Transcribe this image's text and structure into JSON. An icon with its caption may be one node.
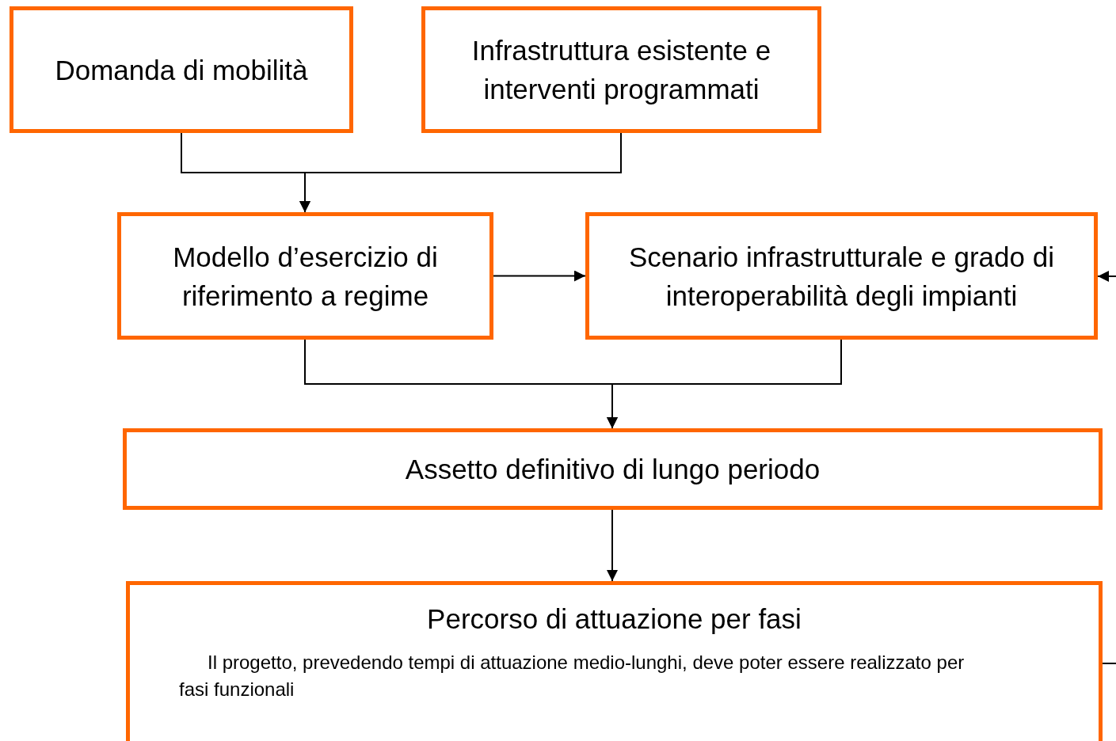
{
  "diagram": {
    "nodes": [
      {
        "text": [
          "Domanda di mobilità"
        ]
      },
      {
        "text": [
          "Infrastruttura esistente e interventi programmati"
        ]
      },
      {
        "text": [
          "Modello d’esercizio di riferimento a regime"
        ]
      },
      {
        "text": [
          "Scenario infrastrutturale e grado di interoperabilità degli impianti"
        ]
      },
      {
        "text": [
          "Assetto definitivo di lungo periodo"
        ]
      },
      {
        "text": [
          "Percorso di attuazione per fasi",
          "Il progetto, prevedendo tempi di attuazione medio-lunghi, deve poter essere realizzato per fasi funzionali"
        ]
      }
    ],
    "edges": [
      {
        "from": 0,
        "to": 2,
        "arrow": "to"
      },
      {
        "from": 1,
        "to": 2,
        "arrow": "to"
      },
      {
        "from": 2,
        "to": 3,
        "arrow": "to"
      },
      {
        "from": 2,
        "to": 4,
        "arrow": "to"
      },
      {
        "from": 3,
        "to": 4,
        "arrow": "to"
      },
      {
        "from": 4,
        "to": 5,
        "arrow": "to"
      },
      {
        "from": null,
        "to": 3,
        "arrow": "to"
      },
      {
        "from": 5,
        "to": null,
        "arrow": "none"
      }
    ]
  }
}
